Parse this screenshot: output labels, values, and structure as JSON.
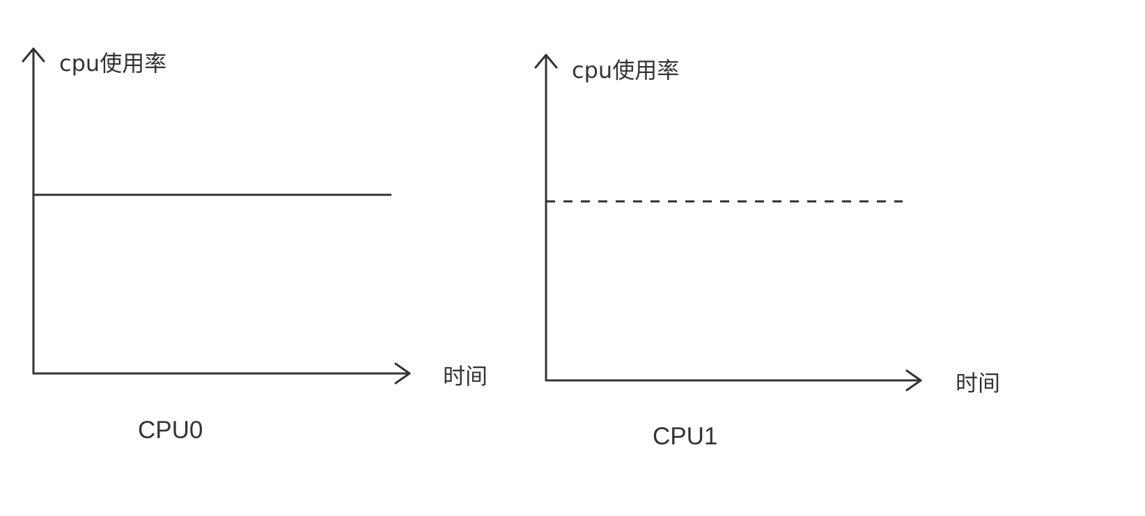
{
  "chart_data": [
    {
      "type": "line",
      "title": "CPU0",
      "xlabel": "时间",
      "ylabel": "cpu使用率",
      "ylim": [
        0,
        1
      ],
      "grid": false,
      "series": [
        {
          "values": [
            0.55,
            0.55
          ],
          "style": "solid",
          "color": "#333333"
        }
      ]
    },
    {
      "type": "line",
      "title": "CPU1",
      "xlabel": "时间",
      "ylabel": "cpu使用率",
      "ylim": [
        0,
        1
      ],
      "grid": false,
      "series": [
        {
          "values": [
            0.55,
            0.55
          ],
          "style": "dashed",
          "color": "#333333"
        }
      ]
    }
  ]
}
